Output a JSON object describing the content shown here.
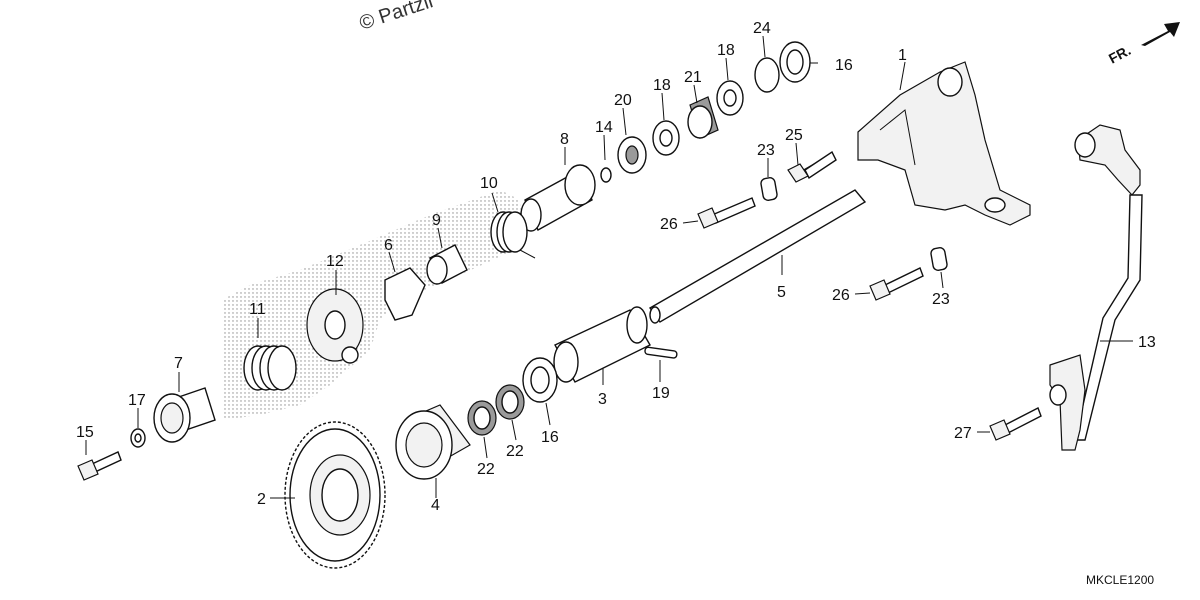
{
  "watermark": "© Partzil",
  "direction_label": "FR.",
  "diagram_code": "MKCLE1200",
  "callouts": {
    "c1": "1",
    "c2": "2",
    "c3": "3",
    "c4": "4",
    "c5": "5",
    "c6": "6",
    "c7": "7",
    "c8": "8",
    "c9": "9",
    "c10": "10",
    "c11": "11",
    "c12": "12",
    "c13": "13",
    "c14": "14",
    "c15": "15",
    "c16a": "16",
    "c16b": "16",
    "c17": "17",
    "c18a": "18",
    "c18b": "18",
    "c19": "19",
    "c20": "20",
    "c21": "21",
    "c22a": "22",
    "c22b": "22",
    "c23a": "23",
    "c23b": "23",
    "c24": "24",
    "c25": "25",
    "c26a": "26",
    "c26b": "26",
    "c27": "27"
  }
}
